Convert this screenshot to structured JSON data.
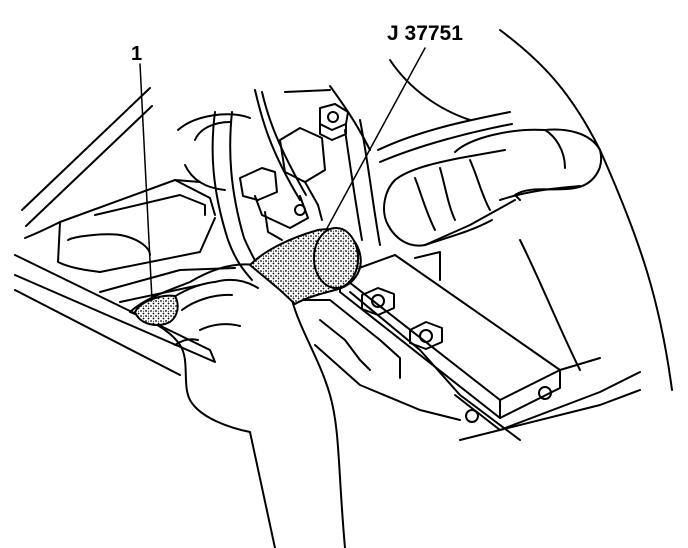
{
  "callouts": [
    {
      "id": "part-1",
      "text": "1"
    },
    {
      "id": "tool",
      "text": "J 37751"
    }
  ]
}
